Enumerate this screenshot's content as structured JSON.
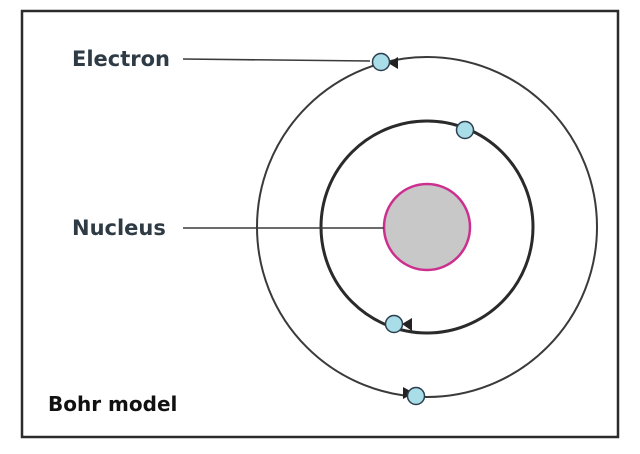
{
  "diagram": {
    "labels": {
      "electron": "Electron",
      "nucleus": "Nucleus",
      "caption": "Bohr model"
    },
    "colors": {
      "nucleus_fill": "#c8c8c8",
      "nucleus_stroke": "#cc2f8e",
      "electron_fill": "#a9dde7",
      "orbit_color": "#333333"
    },
    "electron_count": 4,
    "shell_count": 2,
    "orbit_direction": "clockwise"
  }
}
